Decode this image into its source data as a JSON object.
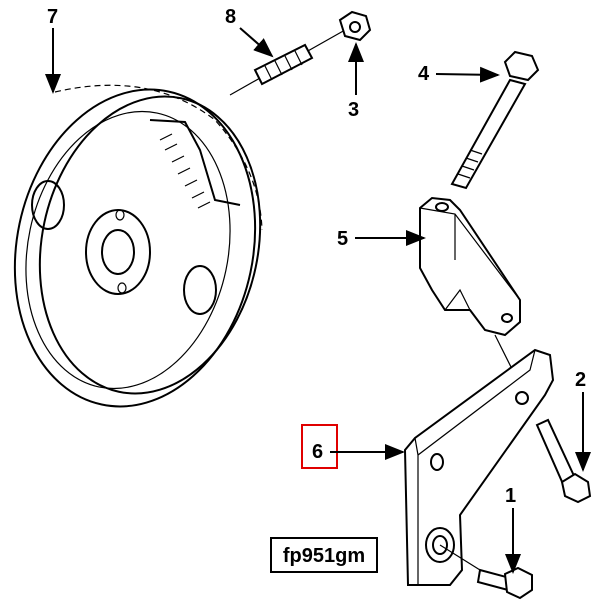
{
  "callouts": {
    "c1": "1",
    "c2": "2",
    "c3": "3",
    "c4": "4",
    "c5": "5",
    "c6": "6",
    "c7": "7",
    "c8": "8"
  },
  "figure_code": "fp951gm",
  "highlight_color": "#e00000"
}
